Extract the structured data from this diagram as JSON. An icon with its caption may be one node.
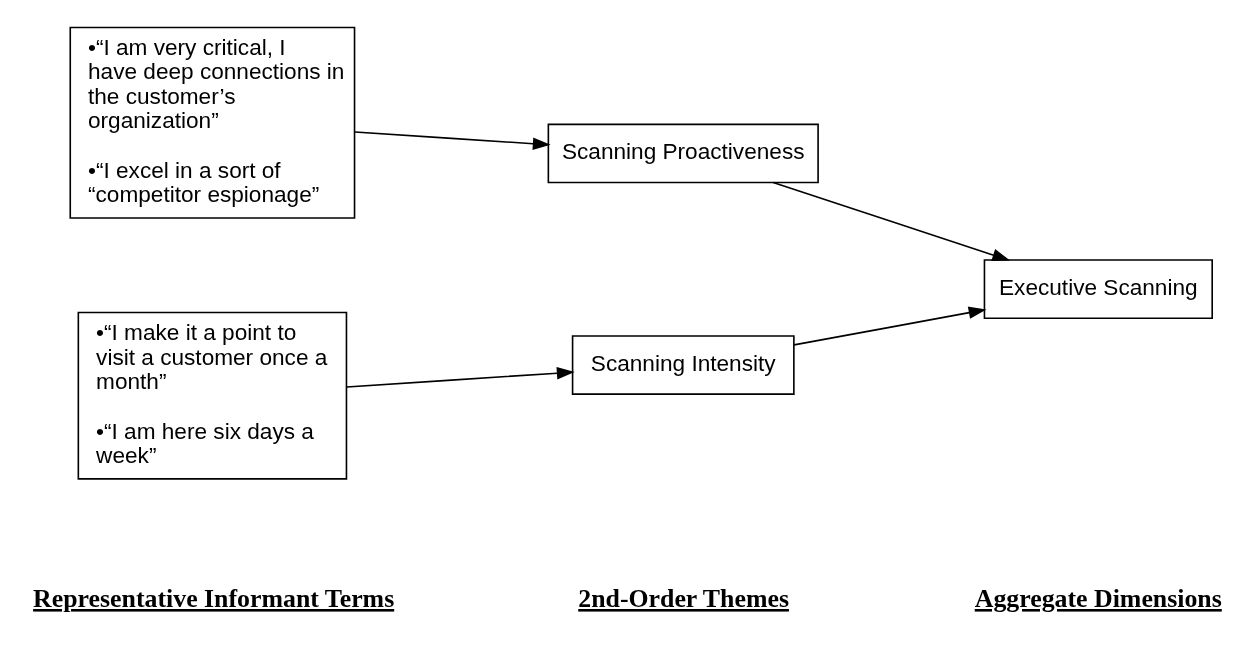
{
  "diagram": {
    "nodes": [
      {
        "text": [
          "•“I am very critical, I have deep connections in the customer’s organization”",
          "•“I excel in a sort of “competitor espionage”"
        ]
      },
      {
        "text": [
          "Scanning Proactiveness"
        ]
      },
      {
        "text": [
          "Executive Scanning"
        ]
      },
      {
        "text": [
          "•“I make it a point to visit a customer once a month”",
          "•“I am here six days a week”"
        ]
      },
      {
        "text": [
          "Scanning Intensity"
        ]
      }
    ],
    "edges": [
      {
        "from": 0,
        "to": 1,
        "arrow": "to"
      },
      {
        "from": 1,
        "to": 2,
        "arrow": "to"
      },
      {
        "from": 3,
        "to": 4,
        "arrow": "to"
      },
      {
        "from": 4,
        "to": 2,
        "arrow": "to"
      }
    ],
    "labels": [
      "Representative Informant Terms",
      "2nd-Order Themes",
      "Aggregate Dimensions"
    ]
  }
}
